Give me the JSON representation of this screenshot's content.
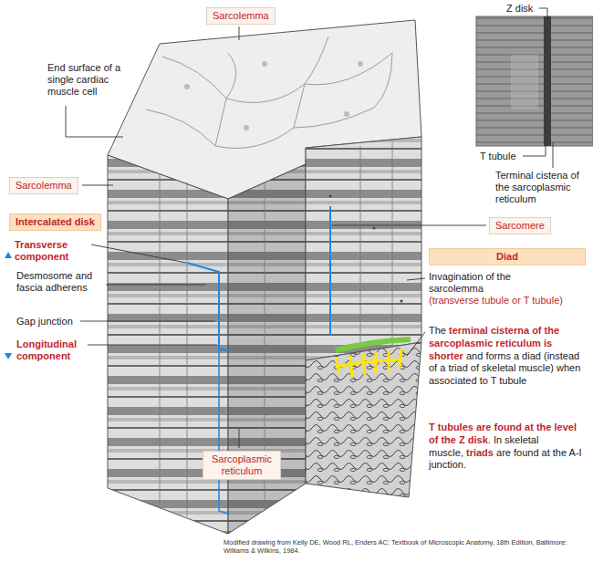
{
  "diagram": {
    "caption": "Modified drawing from Kelly DE, Wood RL, Enders AC: Textbook of Microscopic Anatomy, 18th Edition, Baltimore: Williams & Wilkins, 1984.",
    "nodes": [
      {
        "text": [
          "Sarcolemma"
        ]
      },
      {
        "text": [
          "Sarcolemma"
        ]
      },
      {
        "text": [
          "Intercalated disk"
        ]
      },
      {
        "text": [
          "Sarcomere"
        ]
      },
      {
        "text": [
          "Diad"
        ]
      },
      {
        "text": [
          "Sarcoplasmic reticulum"
        ]
      }
    ],
    "labels": [
      "End surface of a single cardiac muscle cell",
      "Z disk",
      "T tubule",
      "Terminal cistena of the sarcoplasmic reticulum",
      "Transverse component",
      "Desmosome and fascia adherens",
      "Gap junction",
      "Longitudinal component",
      "Invagination of the sarcolemma",
      "(transverse tubule or T tubule)",
      "The",
      "terminal cisterna of the sarcoplasmic reticulum is shorter",
      "and forms a diad (instead of a triad of skeletal muscle) when associated to T tubule",
      "T tubules are found at the level of the Z disk",
      ". In skeletal muscle,",
      "triads",
      "are found at the A-I junction."
    ]
  }
}
